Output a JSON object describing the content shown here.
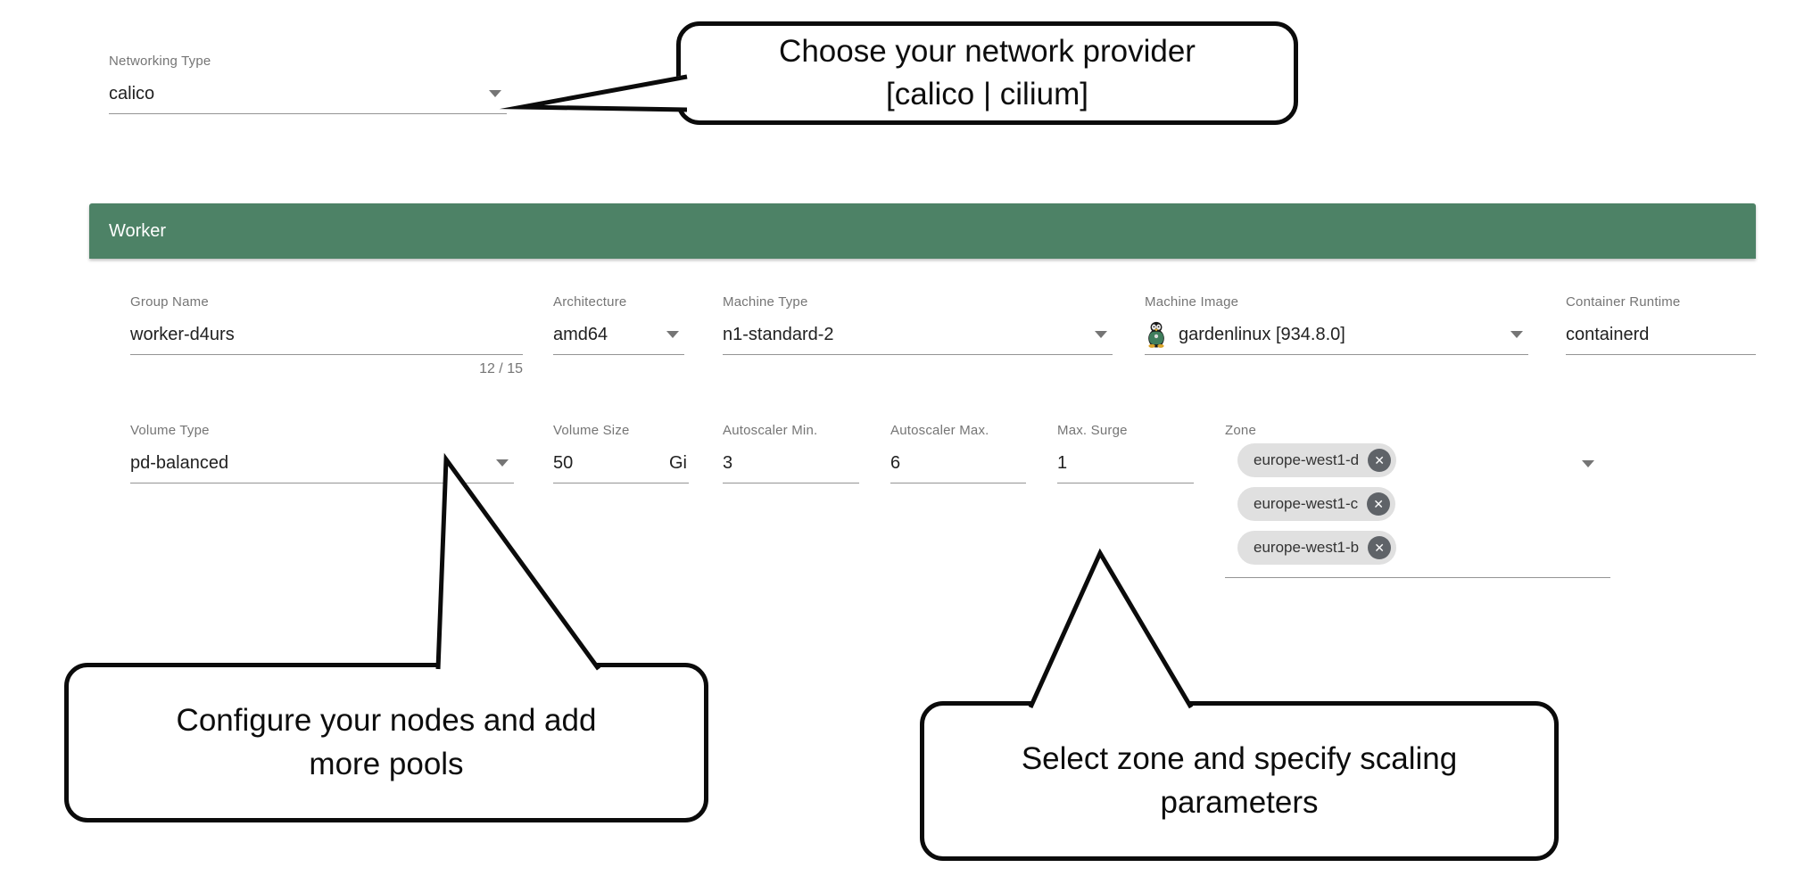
{
  "colors": {
    "accent_green": "#4d8266",
    "label_gray": "#757575",
    "text_dark": "#212121",
    "underline_gray": "#949494",
    "chip_bg": "#e0e0e0",
    "chip_close_bg": "#5f6368",
    "callout_border": "#0b0b0b"
  },
  "icons": {
    "close": "✕",
    "dropdown": "caret-down",
    "machine_image": "penguin-icon"
  },
  "networking": {
    "label": "Networking Type",
    "value": "calico"
  },
  "callouts": {
    "network": {
      "line1": "Choose your network provider",
      "line2": "[calico | cilium]"
    },
    "nodes": {
      "line1": "Configure your nodes and add",
      "line2": "more pools"
    },
    "zone": {
      "line1": "Select zone and specify scaling",
      "line2": "parameters"
    }
  },
  "worker": {
    "title": "Worker",
    "group_name": {
      "label": "Group Name",
      "value": "worker-d4urs",
      "counter": "12 / 15"
    },
    "architecture": {
      "label": "Architecture",
      "value": "amd64"
    },
    "machine_type": {
      "label": "Machine Type",
      "value": "n1-standard-2"
    },
    "machine_image": {
      "label": "Machine Image",
      "value": "gardenlinux [934.8.0]"
    },
    "container_runtime": {
      "label": "Container Runtime",
      "value": "containerd"
    },
    "volume_type": {
      "label": "Volume Type",
      "value": "pd-balanced"
    },
    "volume_size": {
      "label": "Volume Size",
      "value": "50",
      "unit": "Gi"
    },
    "autoscaler_min": {
      "label": "Autoscaler Min.",
      "value": "3"
    },
    "autoscaler_max": {
      "label": "Autoscaler Max.",
      "value": "6"
    },
    "max_surge": {
      "label": "Max. Surge",
      "value": "1"
    },
    "zone": {
      "label": "Zone",
      "chips": [
        "europe-west1-d",
        "europe-west1-c",
        "europe-west1-b"
      ]
    }
  }
}
